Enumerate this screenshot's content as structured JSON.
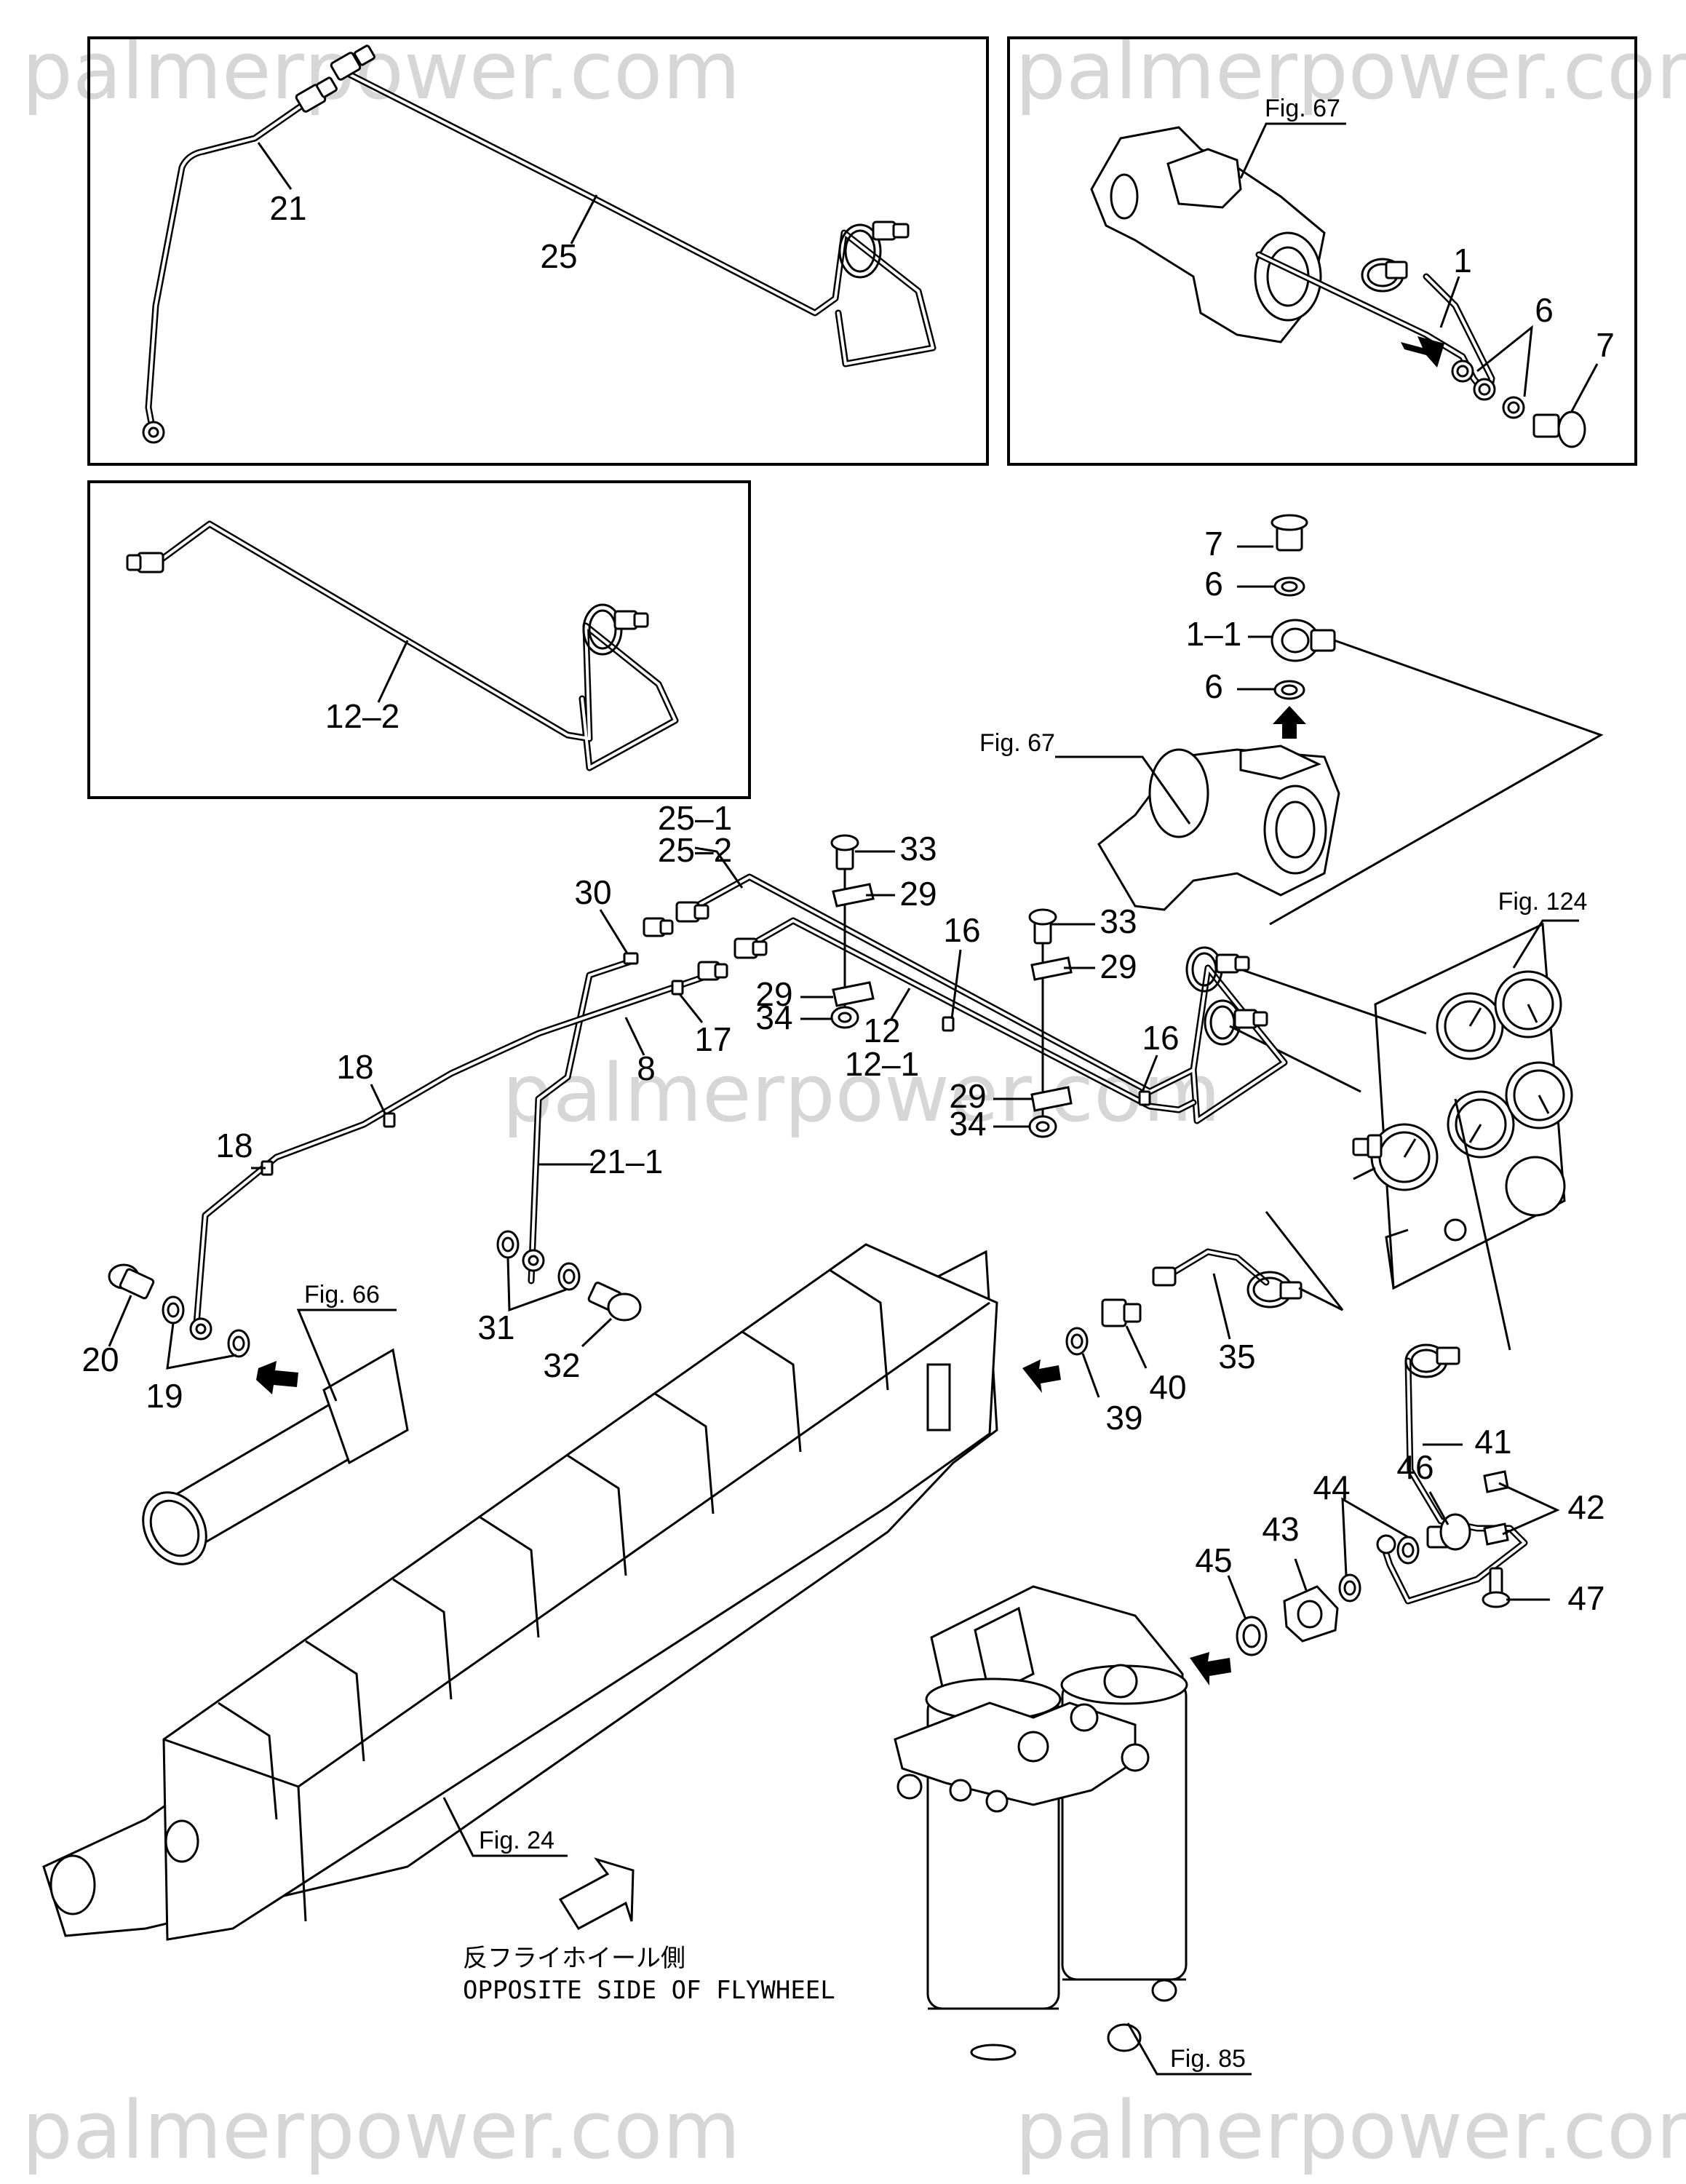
{
  "watermark": {
    "text": "palmerpower.com"
  },
  "figure_refs": {
    "fig67_inset": "Fig. 67",
    "fig67_main": "Fig. 67",
    "fig124": "Fig. 124",
    "fig66": "Fig. 66",
    "fig24": "Fig. 24",
    "fig85": "Fig. 85"
  },
  "direction_note": {
    "japanese": "反フライホイール側",
    "english": "OPPOSITE SIDE OF FLYWHEEL"
  },
  "part_labels": {
    "p21": "21",
    "p25": "25",
    "p1": "1",
    "p6a": "6",
    "p7a": "7",
    "p12_2": "12–2",
    "p7b": "7",
    "p6b": "6",
    "p1_1": "1–1",
    "p6c": "6",
    "p25_1": "25–1",
    "p25_2": "25–2",
    "p33a": "33",
    "p29a": "29",
    "p30": "30",
    "p16a": "16",
    "p33b": "33",
    "p29b": "29",
    "p29c": "29",
    "p34a": "34",
    "p17": "17",
    "p12": "12",
    "p12_1": "12–1",
    "p16b": "16",
    "p18a": "18",
    "p8": "8",
    "p29d": "29",
    "p34b": "34",
    "p18b": "18",
    "p21_1": "21–1",
    "p20": "20",
    "p19": "19",
    "p31": "31",
    "p32": "32",
    "p35": "35",
    "p39": "39",
    "p40": "40",
    "p41": "41",
    "p42": "42",
    "p46": "46",
    "p44": "44",
    "p43": "43",
    "p45": "45",
    "p47": "47"
  }
}
